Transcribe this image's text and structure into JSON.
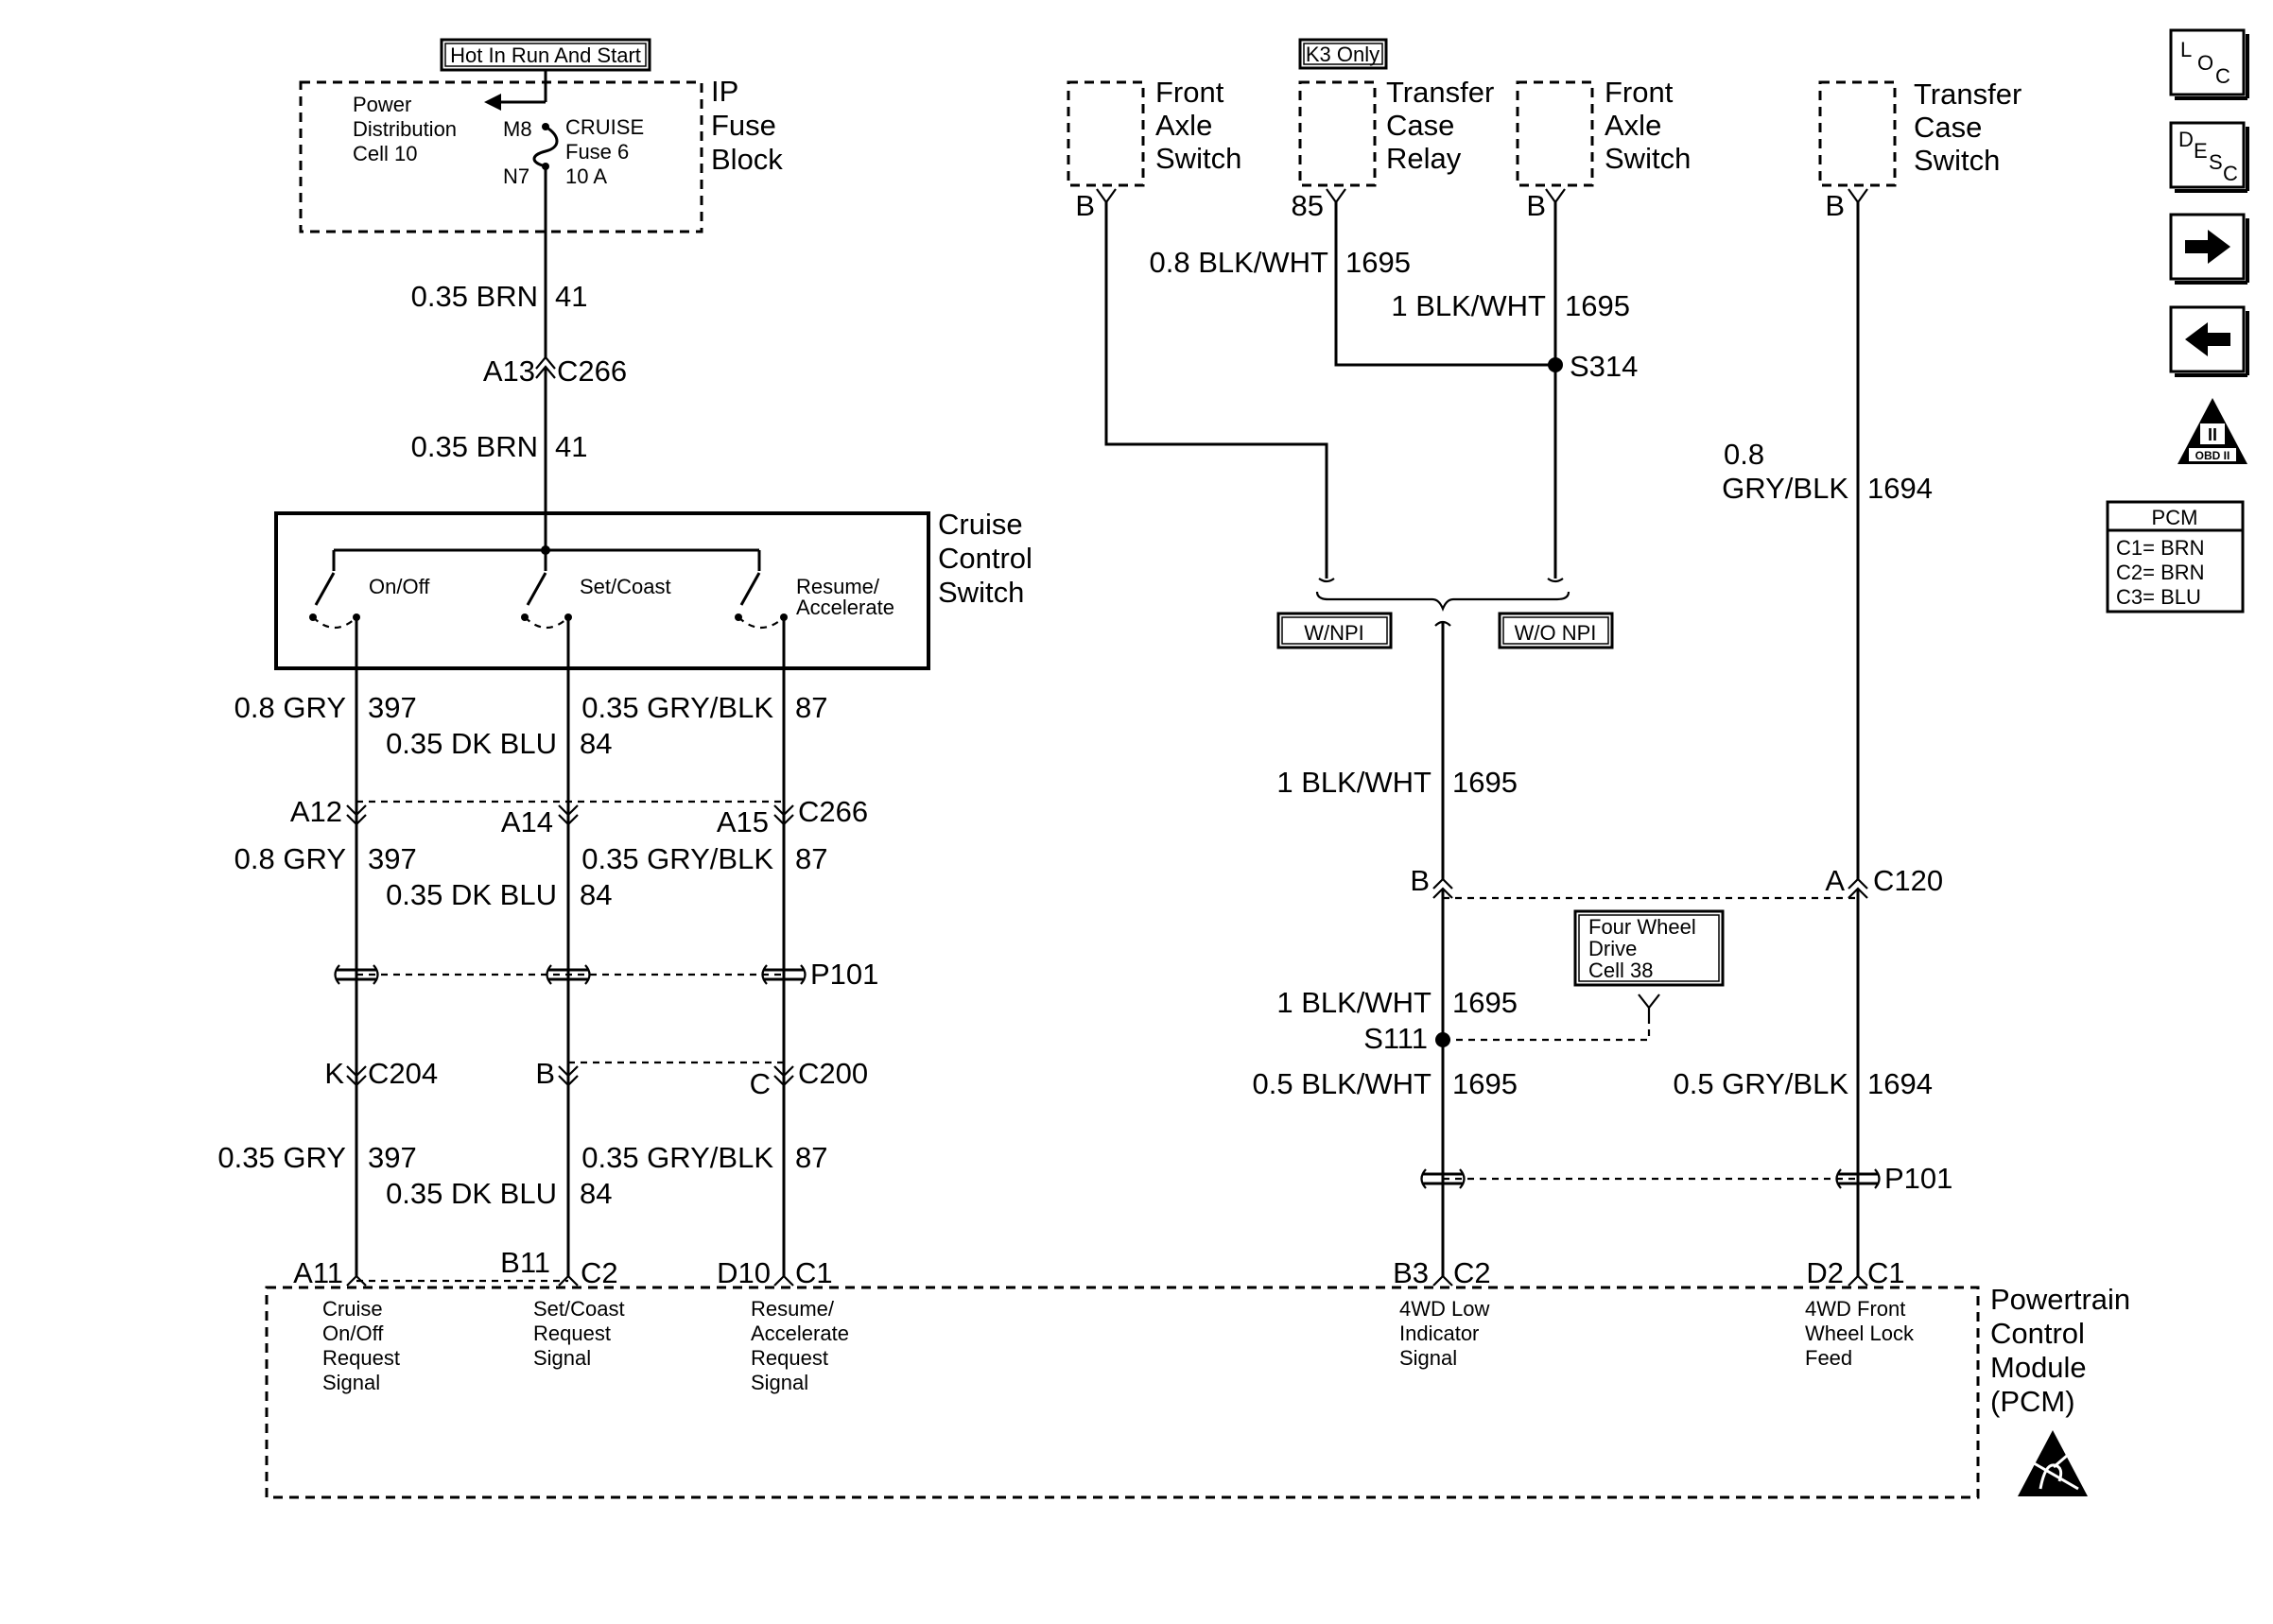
{
  "power_source": "Hot In Run And Start",
  "ip_fuse_block": {
    "title": [
      "IP",
      "Fuse",
      "Block"
    ],
    "power_distribution": [
      "Power",
      "Distribution",
      "Cell 10"
    ],
    "pin_in": "M8",
    "pin_out": "N7",
    "fuse": [
      "CRUISE",
      "Fuse 6",
      "10 A"
    ]
  },
  "feed_wire": {
    "gauge_color": "0.35 BRN",
    "circuit": "41"
  },
  "feed_connector": {
    "pin": "A13",
    "connector": "C266"
  },
  "cruise_switch": {
    "title": [
      "Cruise",
      "Control",
      "Switch"
    ],
    "contacts": [
      "On/Off",
      "Set/Coast",
      [
        "Resume/",
        "Accelerate"
      ]
    ]
  },
  "cruise_wires": {
    "on_off": {
      "gauge_color": "0.8 GRY",
      "circuit": "397"
    },
    "set_coast": {
      "gauge_color": "0.35 DK BLU",
      "circuit": "84"
    },
    "resume": {
      "gauge_color": "0.35 GRY/BLK",
      "circuit": "87"
    },
    "on_off_low": {
      "gauge_color": "0.35 GRY",
      "circuit": "397"
    }
  },
  "cruise_connector_c266": {
    "pins": [
      "A12",
      "A14",
      "A15"
    ],
    "connector": "C266"
  },
  "passthrough_p101": "P101",
  "c204": {
    "pin": "K",
    "connector": "C204"
  },
  "c200": {
    "pins": [
      "B",
      "C"
    ],
    "connector": "C200"
  },
  "k3_label": "K3 Only",
  "front_axle_switch": [
    "Front",
    "Axle",
    "Switch"
  ],
  "transfer_case_relay": [
    "Transfer",
    "Case",
    "Relay"
  ],
  "transfer_case_switch": [
    "Transfer",
    "Case",
    "Switch"
  ],
  "pin_b": "B",
  "pin_85": "85",
  "relay_wire": {
    "gauge_color": "0.8 BLK/WHT",
    "circuit": "1695"
  },
  "switch_wire": {
    "gauge_color": "1 BLK/WHT",
    "circuit": "1695"
  },
  "splice_s314": "S314",
  "options": {
    "with": "W/NPI",
    "without": "W/O NPI"
  },
  "tcs_wire": {
    "gauge": "0.8",
    "color": "GRY/BLK",
    "circuit": "1694"
  },
  "c120": {
    "pins": [
      "B",
      "A"
    ],
    "connector": "C120"
  },
  "four_wd_reference": [
    "Four Wheel",
    "Drive",
    "Cell 38"
  ],
  "splice_s111": "S111",
  "low_wire": {
    "gauge_color": "0.5 BLK/WHT",
    "circuit": "1695"
  },
  "tcs_low_wire": {
    "gauge_color": "0.5 GRY/BLK",
    "circuit": "1694"
  },
  "pcm_pins": [
    {
      "pin": "A11",
      "connector": "",
      "signal": [
        "Cruise",
        "On/Off",
        "Request",
        "Signal"
      ]
    },
    {
      "pin": "B11",
      "connector": "C2",
      "signal": [
        "Set/Coast",
        "Request",
        "Signal"
      ]
    },
    {
      "pin": "D10",
      "connector": "C1",
      "signal": [
        "Resume/",
        "Accelerate",
        "Request",
        "Signal"
      ]
    },
    {
      "pin": "B3",
      "connector": "C2",
      "signal": [
        "4WD Low",
        "Indicator",
        "Signal"
      ]
    },
    {
      "pin": "D2",
      "connector": "C1",
      "signal": [
        "4WD Front",
        "Wheel Lock",
        "Feed"
      ]
    }
  ],
  "pcm_title": [
    "Powertrain",
    "Control",
    "Module",
    "(PCM)"
  ],
  "pcm_legend": {
    "title": "PCM",
    "rows": [
      "C1= BRN",
      "C2= BRN",
      "C3= BLU"
    ]
  },
  "side_icons": {
    "loc": [
      "L",
      "O",
      "C"
    ],
    "desc": [
      "D",
      "E",
      "S",
      "C"
    ],
    "obd": [
      "II",
      "OBD II"
    ],
    "names": [
      "location-icon",
      "description-icon",
      "next-arrow-icon",
      "back-arrow-icon",
      "obd-ii-icon",
      "esd-warning-icon"
    ]
  }
}
